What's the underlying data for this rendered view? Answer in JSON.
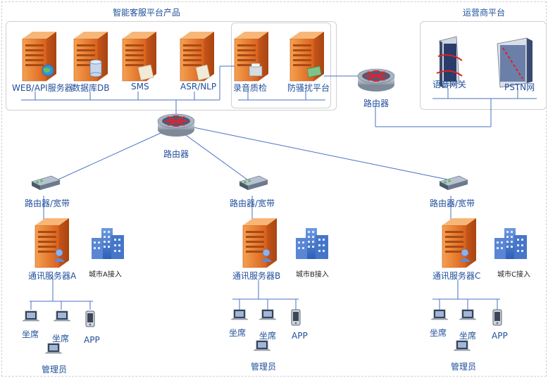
{
  "platform": {
    "title": "智能客服平台产品",
    "nodes": [
      "WEB/API服务器",
      "数据库DB",
      "SMS",
      "ASR/NLP",
      "录音质检",
      "防骚扰平台"
    ]
  },
  "carrier": {
    "title": "运营商平台",
    "nodes": [
      "语音网关",
      "PSTN网"
    ]
  },
  "routers": {
    "main": "路由器",
    "carrier": "路由器"
  },
  "branches": [
    {
      "router": "路由器/宽带",
      "server": "通讯服务器A",
      "city": "城市A接入",
      "seat1": "坐席",
      "seat2": "坐席",
      "app": "APP",
      "admin": "管理员"
    },
    {
      "router": "路由器/宽带",
      "server": "通讯服务器B",
      "city": "城市B接入",
      "seat1": "坐席",
      "seat2": "坐席",
      "app": "APP",
      "admin": "管理员"
    },
    {
      "router": "路由器/宽带",
      "server": "通讯服务器C",
      "city": "城市C接入",
      "seat1": "坐席",
      "seat2": "坐席",
      "app": "APP",
      "admin": "管理员"
    }
  ],
  "colors": {
    "line": "#4a72c4",
    "server": "#e8772a",
    "router": "#9aa6b6",
    "building": "#3b6fc9"
  }
}
